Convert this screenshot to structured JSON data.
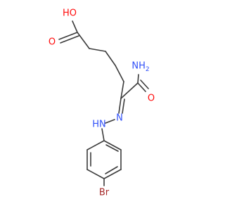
{
  "colors": {
    "bond": "#3b3b3b",
    "oxygen": "#ff0d0d",
    "nitrogen": "#3050f8",
    "bromine": "#a62929",
    "carbon": "#3b3b3b"
  },
  "atoms": {
    "hydroxyl": {
      "text": "HO",
      "element": "O"
    },
    "carbonyl_o_acid": {
      "text": "O",
      "element": "O"
    },
    "amide_n": {
      "text": "NH2",
      "element": "N"
    },
    "amide_o": {
      "text": "O",
      "element": "O"
    },
    "hydrazone_n": {
      "text": "N",
      "element": "N"
    },
    "hydrazone_nh": {
      "text": "HN",
      "element": "N"
    },
    "bromine": {
      "text": "Br",
      "element": "Br"
    }
  }
}
